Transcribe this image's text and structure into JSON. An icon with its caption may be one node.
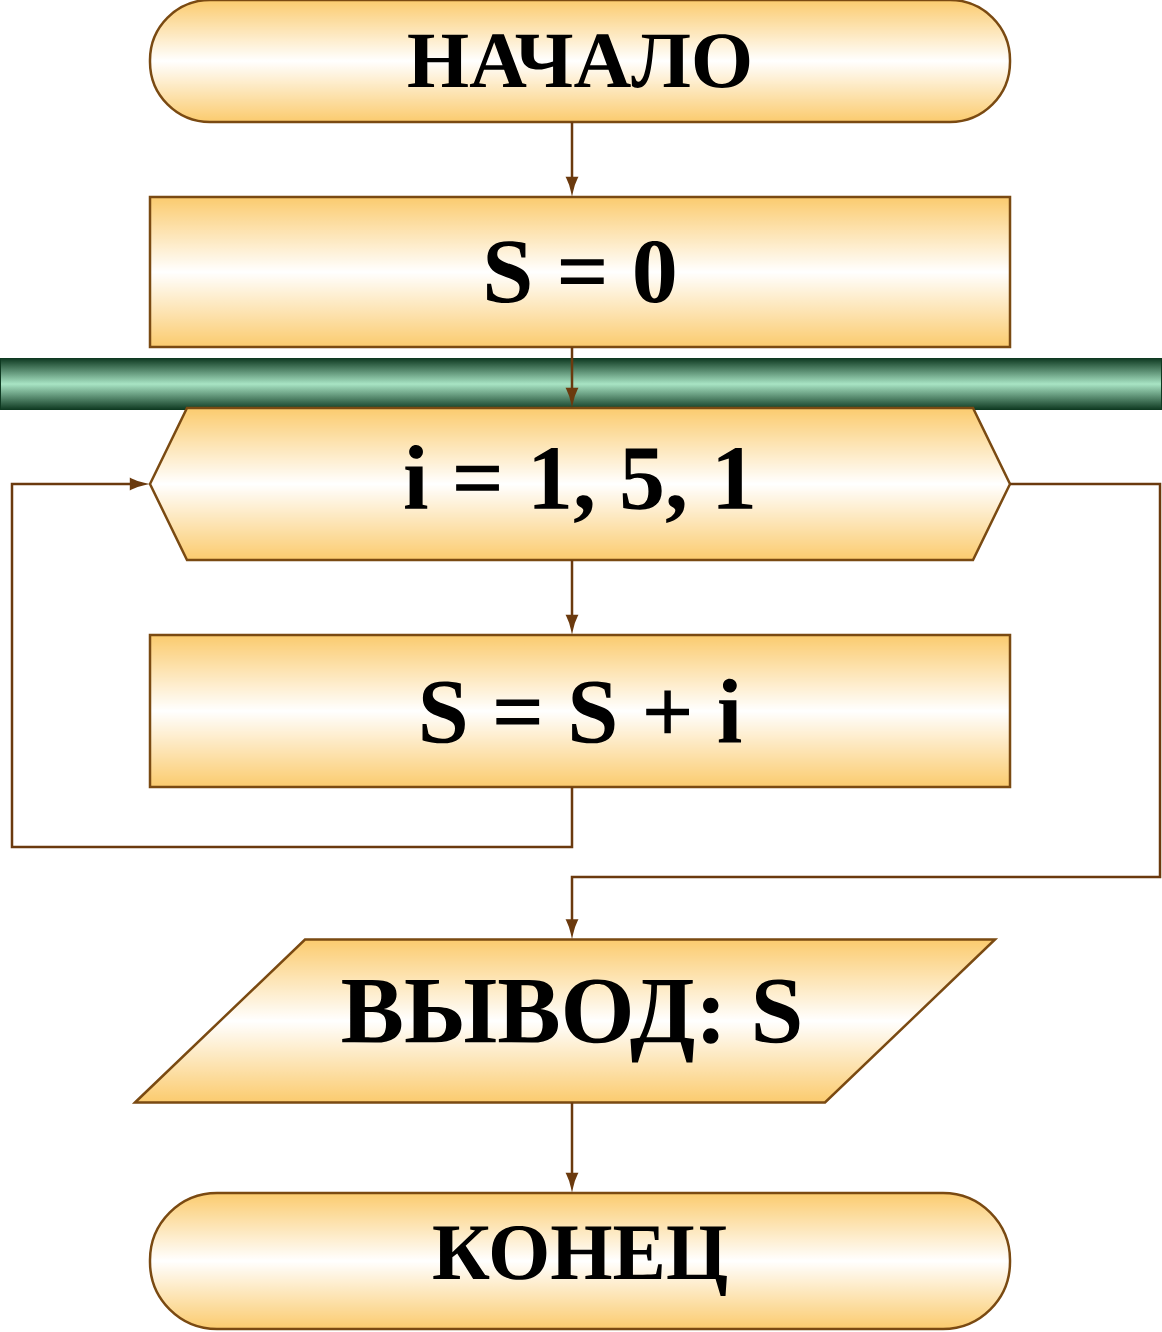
{
  "diagram": {
    "nodes": [
      {
        "text": [
          "НАЧАЛО"
        ]
      },
      {
        "text": [
          "S = 0"
        ]
      },
      {
        "text": [
          "i = 1, 5, 1"
        ]
      },
      {
        "text": [
          "S = S + i"
        ]
      },
      {
        "text": [
          "ВЫВОД: S"
        ]
      },
      {
        "text": [
          "КОНЕЦ"
        ]
      }
    ],
    "edges": [
      {
        "from": 0,
        "to": 1,
        "arrow": "to"
      },
      {
        "from": 1,
        "to": 2,
        "arrow": "to"
      },
      {
        "from": 2,
        "to": 3,
        "arrow": "to"
      },
      {
        "from": 3,
        "to": 2,
        "arrow": "to"
      },
      {
        "from": 2,
        "to": 4,
        "arrow": "to"
      },
      {
        "from": 4,
        "to": 5,
        "arrow": "to"
      }
    ]
  }
}
